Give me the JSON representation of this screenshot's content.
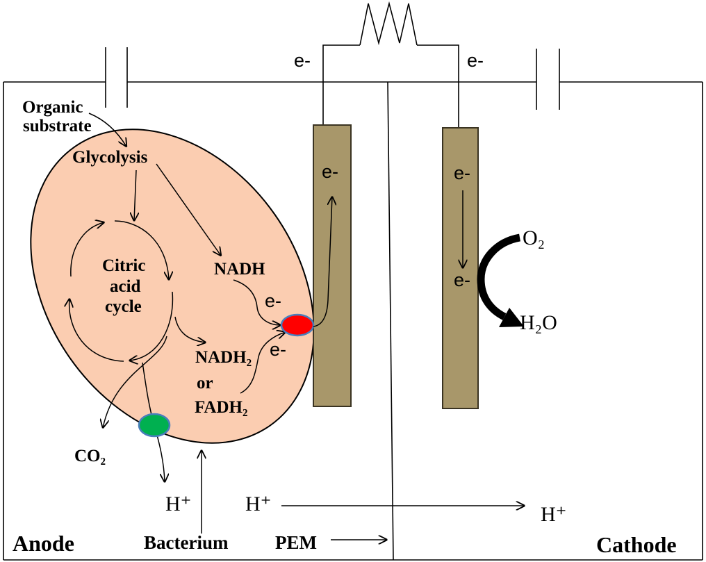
{
  "diagram": {
    "external_circuit": {
      "electron_left": "e-",
      "electron_right": "e-"
    },
    "anode_chamber": {
      "label": "Anode"
    },
    "cathode_chamber": {
      "label": "Cathode"
    },
    "membrane": {
      "label": "PEM"
    },
    "bacterium": {
      "label": "Bacterium",
      "substrate_line1": "Organic",
      "substrate_line2": "substrate",
      "glycolysis": "Glycolysis",
      "cycle_line1": "Citric",
      "cycle_line2": "acid",
      "cycle_line3": "cycle",
      "nadh": "NADH",
      "nadh_electron": "e-",
      "nadh2": "NADH₂",
      "or": "or",
      "fadh2": "FADH₂",
      "fadh2_electron": "e-",
      "co2": "CO₂",
      "proton": "H⁺"
    },
    "anode_electrode": {
      "electron": "e-"
    },
    "cathode_electrode": {
      "electron_top": "e-",
      "electron_bottom": "e-"
    },
    "cathode_reaction": {
      "reactant": "O₂",
      "product": "H₂O"
    },
    "proton_transport": {
      "source": "H⁺",
      "target": "H⁺"
    },
    "colors": {
      "bacterium_fill": "#FBCDB1",
      "electrode_fill": "#A8976A",
      "electrode_outline": "#3A3322",
      "electron_carrier": "#FF0000",
      "proton_transporter": "#00B050",
      "carrier_outline": "#4A7EBB"
    }
  }
}
